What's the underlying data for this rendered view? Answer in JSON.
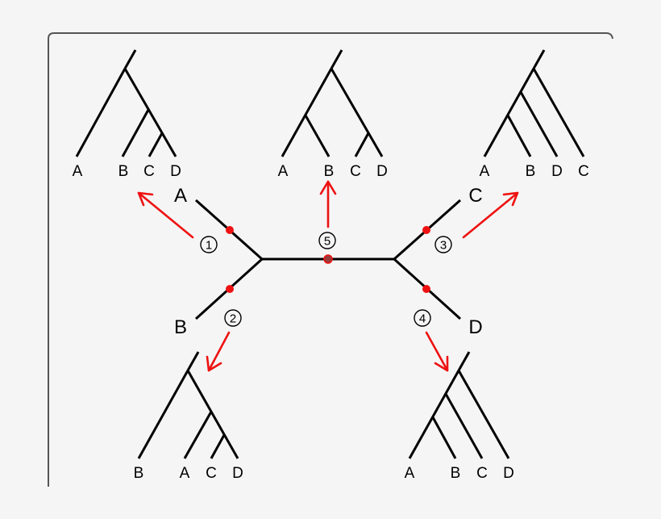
{
  "colors": {
    "background": "#f5f5f5",
    "tree": "#000000",
    "arrow": "#ee1111",
    "root_dot": "#ee1111",
    "center_dot": "#aa2a2a",
    "frame": "#555555"
  },
  "unrooted_tree": {
    "leaves": [
      "A",
      "B",
      "C",
      "D"
    ],
    "root_positions": [
      {
        "id": "1",
        "label": "①",
        "branch": "A"
      },
      {
        "id": "2",
        "label": "②",
        "branch": "B"
      },
      {
        "id": "3",
        "label": "③",
        "branch": "C"
      },
      {
        "id": "4",
        "label": "④",
        "branch": "D"
      },
      {
        "id": "5",
        "label": "⑤",
        "branch": "internal"
      }
    ]
  },
  "rooted_trees": [
    {
      "id": "tree-1",
      "position": "top-left",
      "leaves": [
        "A",
        "B",
        "C",
        "D"
      ],
      "topology": "(A,(B,(C,D)))"
    },
    {
      "id": "tree-5",
      "position": "top-center",
      "leaves": [
        "A",
        "B",
        "C",
        "D"
      ],
      "topology": "((A,B),(C,D))"
    },
    {
      "id": "tree-3",
      "position": "top-right",
      "leaves": [
        "A",
        "B",
        "D",
        "C"
      ],
      "topology": "(((A,B),D),C)"
    },
    {
      "id": "tree-2",
      "position": "bottom-left",
      "leaves": [
        "B",
        "A",
        "C",
        "D"
      ],
      "topology": "(B,(A,(C,D)))"
    },
    {
      "id": "tree-4",
      "position": "bottom-right",
      "leaves": [
        "A",
        "B",
        "C",
        "D"
      ],
      "topology": "(((A,B),C),D)"
    }
  ]
}
